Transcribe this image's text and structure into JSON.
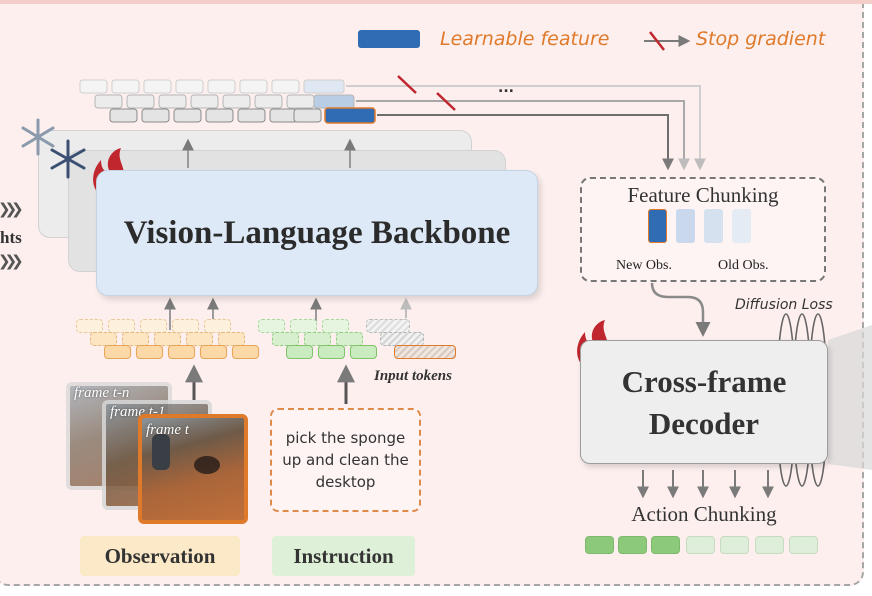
{
  "legend": {
    "learnable_label": "Learnable feature",
    "stop_gradient_label": "Stop gradient"
  },
  "backbone": {
    "title": "Vision-Language Backbone"
  },
  "feature_chunking": {
    "title": "Feature Chunking",
    "new_label": "New Obs.",
    "old_label": "Old Obs."
  },
  "ellipsis": "...",
  "diffusion_loss": "Diffusion Loss",
  "decoder": {
    "line1": "Cross-frame",
    "line2": "Decoder"
  },
  "action_chunking": "Action Chunking",
  "input_tokens": "Input tokens",
  "frames": {
    "f1": "frame t-n",
    "f2": "frame t-1",
    "f3": "frame t"
  },
  "instruction_text": "pick the sponge up and clean the desktop",
  "observation_label": "Observation",
  "instruction_label": "Instruction",
  "left_edge_text": "hts",
  "colors": {
    "learnable": "#2f6cb3",
    "accent_orange": "#e07a2b",
    "stop_red": "#c0262d",
    "obs_token": "#fbd9a6",
    "instr_token": "#c9ebbf",
    "action_green": "#8dc97a",
    "backbone_fill": "#dde9f6",
    "flame": "#c0262d"
  },
  "icons": [
    "snowflake-icon",
    "flame-icon",
    "stop-gradient-icon",
    "chevron-right-icon"
  ]
}
